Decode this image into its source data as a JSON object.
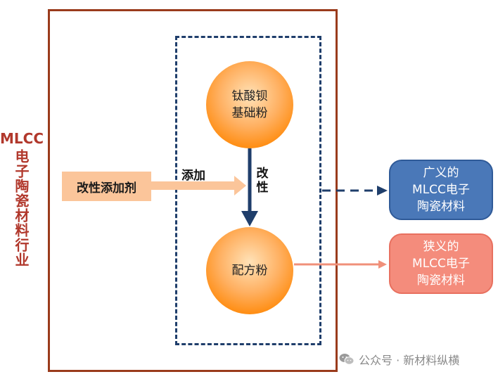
{
  "industry_label": {
    "latin": "MLCC",
    "chinese": "电子陶瓷材料行业"
  },
  "circles": {
    "barium": {
      "line1": "钛酸钡",
      "line2": "基础粉"
    },
    "formula": {
      "line1": "配方粉"
    }
  },
  "modifier": {
    "label": "改性添加剂"
  },
  "edge_labels": {
    "add": "添加",
    "modify": "改性"
  },
  "outputs": {
    "broad": {
      "line1": "广义的",
      "line2": "MLCC电子",
      "line3": "陶瓷材料"
    },
    "narrow": {
      "line1": "狭义的",
      "line2": "MLCC电子",
      "line3": "陶瓷材料"
    }
  },
  "watermark": {
    "text": "公众号 · 新材料纵横",
    "icon": "wechat-icon"
  },
  "colors": {
    "frame": "#9a3b1c",
    "dashed": "#1f3e6b",
    "circle": "#ff8f16",
    "modifier": "#fbc59a",
    "broad": "#4a78b8",
    "narrow": "#f48c7c"
  }
}
